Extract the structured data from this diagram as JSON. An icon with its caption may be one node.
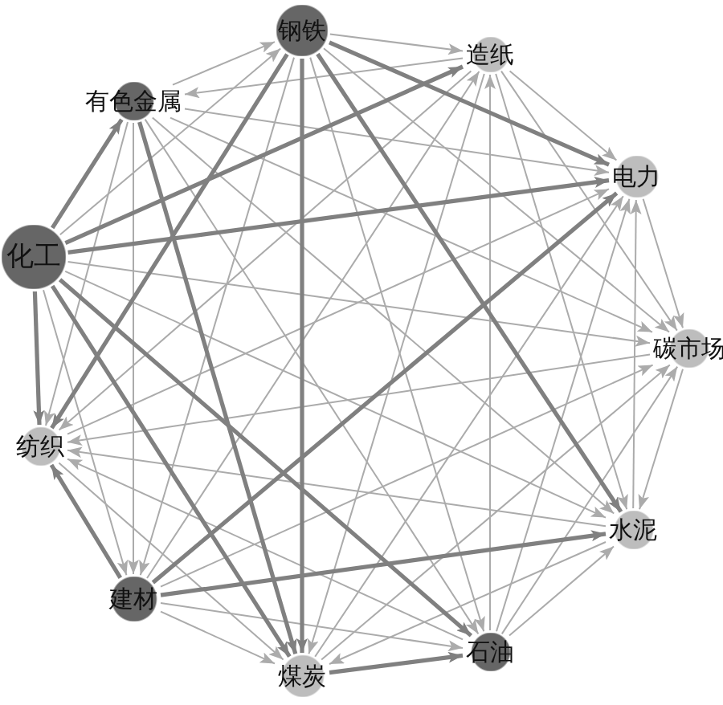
{
  "diagram": {
    "nodes": [
      {
        "text": [
          "钢铁"
        ]
      },
      {
        "text": [
          "造纸"
        ]
      },
      {
        "text": [
          "电力"
        ]
      },
      {
        "text": [
          "碳市场"
        ]
      },
      {
        "text": [
          "水泥"
        ]
      },
      {
        "text": [
          "石油"
        ]
      },
      {
        "text": [
          "煤炭"
        ]
      },
      {
        "text": [
          "建材"
        ]
      },
      {
        "text": [
          "纺织"
        ]
      },
      {
        "text": [
          "化工"
        ]
      },
      {
        "text": [
          "有色金属"
        ]
      }
    ],
    "edges": [
      {
        "from": 0,
        "to": 1,
        "arrow": "to"
      },
      {
        "from": 0,
        "to": 2,
        "arrow": "to",
        "style": "thick",
        "color": "#808080"
      },
      {
        "from": 0,
        "to": 3,
        "arrow": "to"
      },
      {
        "from": 0,
        "to": 4,
        "arrow": "to",
        "style": "thick",
        "color": "#808080"
      },
      {
        "from": 0,
        "to": 5,
        "arrow": "to"
      },
      {
        "from": 0,
        "to": 6,
        "arrow": "to",
        "style": "thick",
        "color": "#808080"
      },
      {
        "from": 0,
        "to": 7,
        "arrow": "to"
      },
      {
        "from": 0,
        "to": 8,
        "arrow": "to",
        "style": "thick",
        "color": "#808080"
      },
      {
        "from": 9,
        "to": 0,
        "arrow": "to"
      },
      {
        "from": 10,
        "to": 0,
        "arrow": "to"
      },
      {
        "from": 1,
        "to": 2,
        "arrow": "to"
      },
      {
        "from": 1,
        "to": 3,
        "arrow": "to"
      },
      {
        "from": 1,
        "to": 4,
        "arrow": "to"
      },
      {
        "from": 5,
        "to": 1,
        "arrow": "to"
      },
      {
        "from": 1,
        "to": 6,
        "arrow": "to"
      },
      {
        "from": 7,
        "to": 1,
        "arrow": "to"
      },
      {
        "from": 1,
        "to": 8,
        "arrow": "to"
      },
      {
        "from": 9,
        "to": 1,
        "arrow": "to",
        "style": "thick",
        "color": "#808080"
      },
      {
        "from": 1,
        "to": 10,
        "arrow": "to"
      },
      {
        "from": 2,
        "to": 3,
        "arrow": "to"
      },
      {
        "from": 4,
        "to": 2,
        "arrow": "to"
      },
      {
        "from": 5,
        "to": 2,
        "arrow": "to"
      },
      {
        "from": 6,
        "to": 2,
        "arrow": "to"
      },
      {
        "from": 7,
        "to": 2,
        "arrow": "to",
        "style": "thick",
        "color": "#808080"
      },
      {
        "from": 8,
        "to": 2,
        "arrow": "to"
      },
      {
        "from": 9,
        "to": 2,
        "arrow": "to",
        "style": "thick",
        "color": "#808080"
      },
      {
        "from": 10,
        "to": 2,
        "arrow": "to"
      },
      {
        "from": 3,
        "to": 4,
        "arrow": "to"
      },
      {
        "from": 5,
        "to": 3,
        "arrow": "to"
      },
      {
        "from": 6,
        "to": 3,
        "arrow": "to"
      },
      {
        "from": 7,
        "to": 3,
        "arrow": "to"
      },
      {
        "from": 3,
        "to": 8,
        "arrow": "to"
      },
      {
        "from": 9,
        "to": 3,
        "arrow": "to"
      },
      {
        "from": 10,
        "to": 3,
        "arrow": "to"
      },
      {
        "from": 5,
        "to": 4,
        "arrow": "to"
      },
      {
        "from": 4,
        "to": 6,
        "arrow": "to"
      },
      {
        "from": 7,
        "to": 4,
        "arrow": "to",
        "style": "thick",
        "color": "#808080"
      },
      {
        "from": 4,
        "to": 8,
        "arrow": "to"
      },
      {
        "from": 9,
        "to": 4,
        "arrow": "to"
      },
      {
        "from": 10,
        "to": 4,
        "arrow": "to"
      },
      {
        "from": 6,
        "to": 5,
        "arrow": "to",
        "style": "thick",
        "color": "#808080"
      },
      {
        "from": 7,
        "to": 5,
        "arrow": "to"
      },
      {
        "from": 5,
        "to": 8,
        "arrow": "to"
      },
      {
        "from": 9,
        "to": 5,
        "arrow": "to",
        "style": "thick",
        "color": "#808080"
      },
      {
        "from": 10,
        "to": 5,
        "arrow": "to"
      },
      {
        "from": 7,
        "to": 6,
        "arrow": "to"
      },
      {
        "from": 8,
        "to": 6,
        "arrow": "to"
      },
      {
        "from": 9,
        "to": 6,
        "arrow": "to",
        "style": "thick",
        "color": "#808080"
      },
      {
        "from": 10,
        "to": 6,
        "arrow": "to",
        "style": "thick",
        "color": "#808080"
      },
      {
        "from": 7,
        "to": 8,
        "arrow": "to",
        "style": "thick",
        "color": "#808080"
      },
      {
        "from": 9,
        "to": 7,
        "arrow": "to"
      },
      {
        "from": 10,
        "to": 7,
        "arrow": "to"
      },
      {
        "from": 9,
        "to": 8,
        "arrow": "to",
        "style": "thick",
        "color": "#808080"
      },
      {
        "from": 10,
        "to": 8,
        "arrow": "to"
      },
      {
        "from": 9,
        "to": 10,
        "arrow": "to",
        "style": "thick",
        "color": "#808080"
      }
    ]
  }
}
